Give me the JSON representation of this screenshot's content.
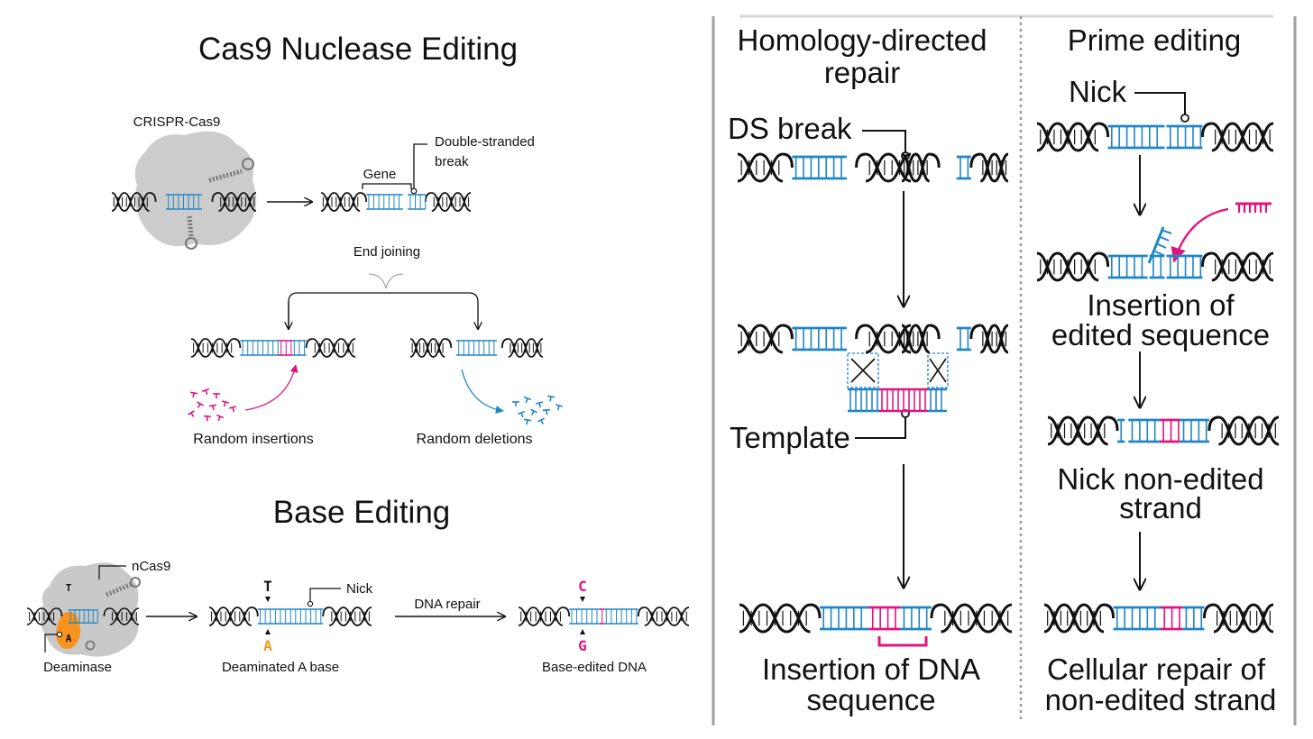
{
  "left": {
    "cas9": {
      "title": "Cas9 Nuclease Editing",
      "complex_label": "CRISPR-Cas9",
      "gene_label": "Gene",
      "break_label_line1": "Double-stranded",
      "break_label_line2": "break",
      "end_joining_label": "End joining",
      "insertions_label": "Random insertions",
      "deletions_label": "Random deletions"
    },
    "base": {
      "title": "Base Editing",
      "ncas9_label": "nCas9",
      "deaminase_label": "Deaminase",
      "nick_label": "Nick",
      "dna_repair_label": "DNA repair",
      "deaminated_label": "Deaminated A base",
      "base_edited_label": "Base-edited DNA",
      "base_T": "T",
      "base_A": "A",
      "base_C": "C",
      "base_G": "G"
    }
  },
  "hdr": {
    "title_line1": "Homology-directed",
    "title_line2": "repair",
    "ds_break_label": "DS break",
    "template_label": "Template",
    "result_line1": "Insertion of DNA",
    "result_line2": "sequence"
  },
  "prime": {
    "title": "Prime editing",
    "nick_label": "Nick",
    "insertion_line1": "Insertion of",
    "insertion_line2": "edited sequence",
    "nick_non_edited_line1": "Nick non-edited",
    "nick_non_edited_line2": "strand",
    "repair_line1": "Cellular repair of",
    "repair_line2": "non-edited strand"
  },
  "colors": {
    "dna_blue": "#1f86c6",
    "insert_magenta": "#e0147f",
    "deaminase_orange": "#f7931e",
    "protein_gray": "#c9c9c9",
    "divider_gray": "#a0a0a0"
  }
}
